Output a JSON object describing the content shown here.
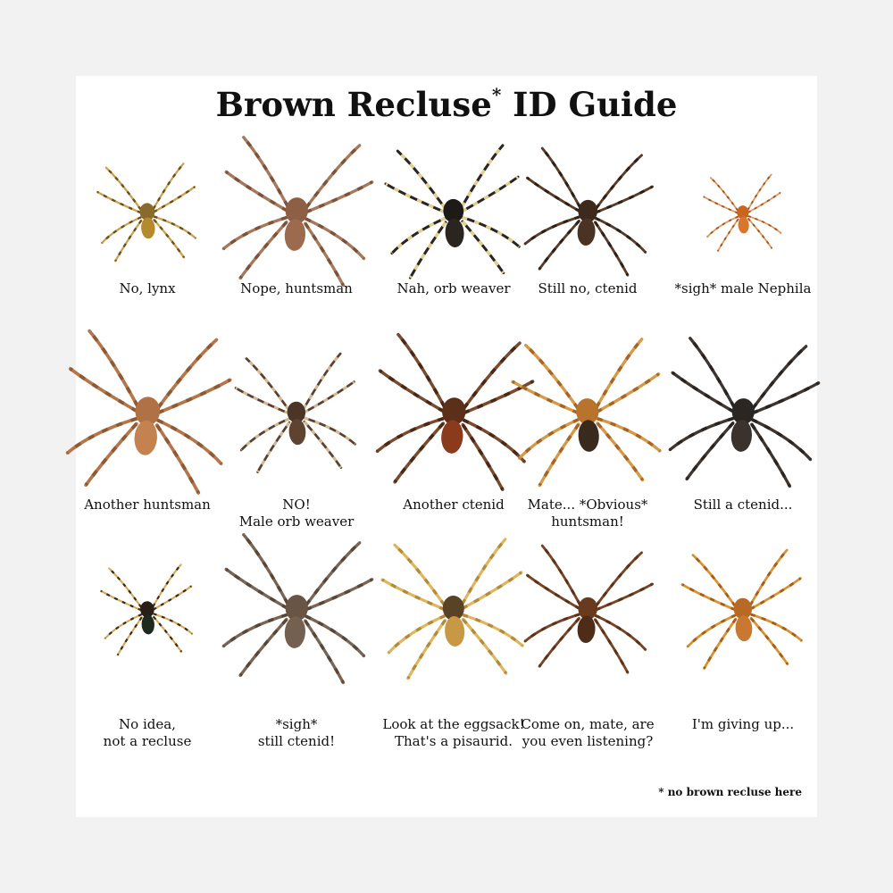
{
  "page": {
    "title_main": "Brown Recluse",
    "title_mark": "*",
    "title_rest": " ID Guide",
    "footnote": "* no brown recluse here"
  },
  "spiders": [
    {
      "name": "spider-1",
      "lines": [
        "No, lynx"
      ],
      "colors": {
        "body": "#8a6a2c",
        "abd": "#b5892e",
        "leg": "#c9a24a",
        "band": "#6a4d1a"
      }
    },
    {
      "name": "spider-2",
      "lines": [
        "Nope, huntsman"
      ],
      "colors": {
        "body": "#8d5f44",
        "abd": "#9c6a4d",
        "leg": "#a77859",
        "band": "#7c523a"
      }
    },
    {
      "name": "spider-3",
      "lines": [
        "Nah, orb weaver"
      ],
      "colors": {
        "body": "#1d1a17",
        "abd": "#2a2520",
        "leg": "#2a2520",
        "band": "#e5cf8a"
      }
    },
    {
      "name": "spider-4",
      "lines": [
        "Still no, ctenid"
      ],
      "colors": {
        "body": "#3d2a1c",
        "abd": "#4a3322",
        "leg": "#5a3d28",
        "band": "#2e1f14"
      }
    },
    {
      "name": "spider-5",
      "lines": [
        "*sigh* male Nephila"
      ],
      "colors": {
        "body": "#c9651f",
        "abd": "#d8772c",
        "leg": "#d99a62",
        "band": "#a75018"
      }
    },
    {
      "name": "spider-6",
      "lines": [
        "Another huntsman"
      ],
      "colors": {
        "body": "#b07245",
        "abd": "#c3824f",
        "leg": "#b5764a",
        "band": "#8e5a36"
      }
    },
    {
      "name": "spider-7",
      "lines": [
        "NO!",
        "Male orb weaver"
      ],
      "colors": {
        "body": "#4a3526",
        "abd": "#5e4330",
        "leg": "#5a4030",
        "band": "#d4b890"
      }
    },
    {
      "name": "spider-8",
      "lines": [
        "Another ctenid"
      ],
      "colors": {
        "body": "#5b2f1a",
        "abd": "#8a3b1c",
        "leg": "#7a4a2c",
        "band": "#4a2716"
      }
    },
    {
      "name": "spider-9",
      "lines": [
        "Mate... *Obvious*",
        "huntsman!"
      ],
      "colors": {
        "body": "#b8732c",
        "abd": "#3a2a1e",
        "leg": "#d49a48",
        "band": "#a86425"
      }
    },
    {
      "name": "spider-10",
      "lines": [
        "Still a ctenid..."
      ],
      "colors": {
        "body": "#2c2622",
        "abd": "#3a322c",
        "leg": "#3e3630",
        "band": "#2a2420"
      }
    },
    {
      "name": "spider-11",
      "lines": [
        "No idea,",
        "not a recluse"
      ],
      "colors": {
        "body": "#2a1e16",
        "abd": "#1f2a1e",
        "leg": "#d8a852",
        "band": "#3a2a1a"
      }
    },
    {
      "name": "spider-12",
      "lines": [
        "*sigh*",
        "still ctenid!"
      ],
      "colors": {
        "body": "#6a5444",
        "abd": "#74604e",
        "leg": "#7a6554",
        "band": "#5a4636"
      }
    },
    {
      "name": "spider-13",
      "lines": [
        "Look at the eggsack!",
        "That's a pisaurid."
      ],
      "colors": {
        "body": "#5a4224",
        "abd": "#c99844",
        "leg": "#e0b65c",
        "band": "#b48a3a"
      }
    },
    {
      "name": "spider-14",
      "lines": [
        "Come on, mate, are",
        "you even listening?"
      ],
      "colors": {
        "body": "#6a3a1e",
        "abd": "#4e2c18",
        "leg": "#7a4424",
        "band": "#5a3218"
      }
    },
    {
      "name": "spider-15",
      "lines": [
        "I'm giving up..."
      ],
      "colors": {
        "body": "#b86a24",
        "abd": "#c87830",
        "leg": "#d8922e",
        "band": "#a85c1c"
      }
    }
  ]
}
